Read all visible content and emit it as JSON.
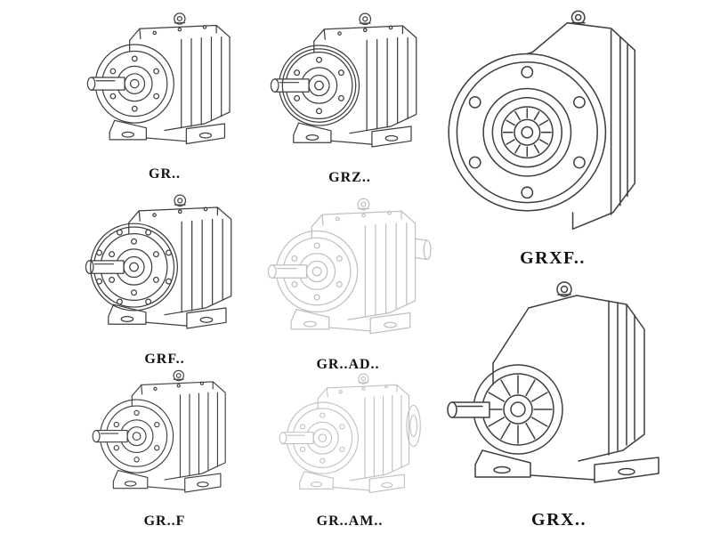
{
  "page": {
    "background": "#ffffff",
    "ink": "#3f3f3f",
    "faded_ink": "#c0c0c0",
    "label_color": "#111111",
    "description": "Catalog sheet of helical gear reducer line drawings"
  },
  "figures": [
    {
      "id": "gr",
      "label": "GR.."
    },
    {
      "id": "grz",
      "label": "GRZ.."
    },
    {
      "id": "grxf",
      "label": "GRXF.."
    },
    {
      "id": "grf",
      "label": "GRF.."
    },
    {
      "id": "gr-ad",
      "label": "GR..AD.."
    },
    {
      "id": "gr-f",
      "label": "GR..F"
    },
    {
      "id": "gr-am",
      "label": "GR..AM.."
    },
    {
      "id": "grx",
      "label": "GRX.."
    }
  ]
}
